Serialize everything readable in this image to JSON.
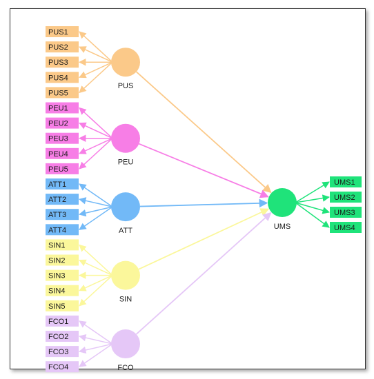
{
  "diagram": {
    "constructs": [
      {
        "id": "PUS",
        "label": "PUS",
        "color": "#fbc989",
        "indicators": [
          "PUS1",
          "PUS2",
          "PUS3",
          "PUS4",
          "PUS5"
        ]
      },
      {
        "id": "PEU",
        "label": "PEU",
        "color": "#f77ee6",
        "indicators": [
          "PEU1",
          "PEU2",
          "PEU3",
          "PEU4",
          "PEU5"
        ]
      },
      {
        "id": "ATT",
        "label": "ATT",
        "color": "#72b9f7",
        "indicators": [
          "ATT1",
          "ATT2",
          "ATT3",
          "ATT4"
        ]
      },
      {
        "id": "SIN",
        "label": "SIN",
        "color": "#fbf79b",
        "indicators": [
          "SIN1",
          "SIN2",
          "SIN3",
          "SIN4",
          "SIN5"
        ]
      },
      {
        "id": "FCO",
        "label": "FCO",
        "color": "#e5c7f7",
        "indicators": [
          "FCO1",
          "FCO2",
          "FCO3",
          "FCO4"
        ]
      }
    ],
    "outcome": {
      "id": "UMS",
      "label": "UMS",
      "color": "#1fe37a",
      "indicators": [
        "UMS1",
        "UMS2",
        "UMS3",
        "UMS4"
      ]
    },
    "paths": [
      {
        "from": "PUS",
        "to": "UMS"
      },
      {
        "from": "PEU",
        "to": "UMS"
      },
      {
        "from": "ATT",
        "to": "UMS"
      },
      {
        "from": "SIN",
        "to": "UMS"
      },
      {
        "from": "FCO",
        "to": "UMS"
      }
    ]
  }
}
